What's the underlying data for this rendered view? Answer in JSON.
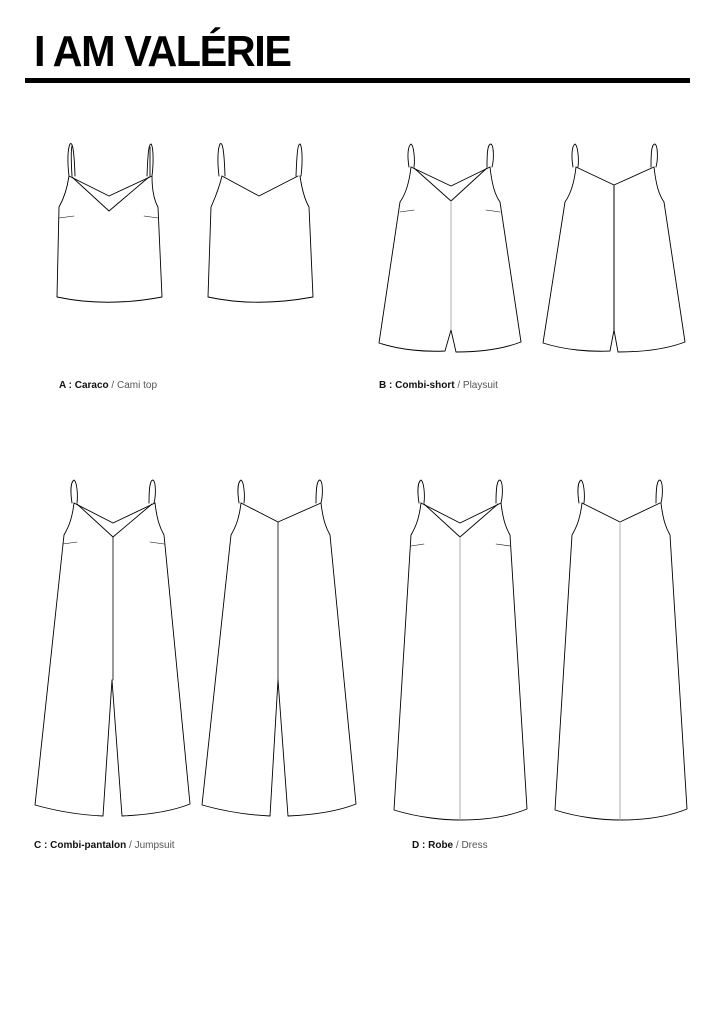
{
  "header": {
    "title": "I AM VALÉRIE"
  },
  "views": [
    {
      "id": "A",
      "code": "A : ",
      "name_fr": "Caraco",
      "separator": " / ",
      "name_en": "Cami top",
      "drawings": [
        "front",
        "back"
      ]
    },
    {
      "id": "B",
      "code": "B : ",
      "name_fr": "Combi-short",
      "separator": " / ",
      "name_en": "Playsuit",
      "drawings": [
        "front",
        "back"
      ]
    },
    {
      "id": "C",
      "code": "C : ",
      "name_fr": "Combi-pantalon",
      "separator": " / ",
      "name_en": "Jumpsuit",
      "drawings": [
        "front",
        "back"
      ]
    },
    {
      "id": "D",
      "code": "D : ",
      "name_fr": "Robe",
      "separator": " / ",
      "name_en": "Dress",
      "drawings": [
        "front",
        "back"
      ]
    }
  ],
  "colors": {
    "ink": "#000000",
    "seam_light": "#9a9a9a",
    "background": "#ffffff"
  }
}
